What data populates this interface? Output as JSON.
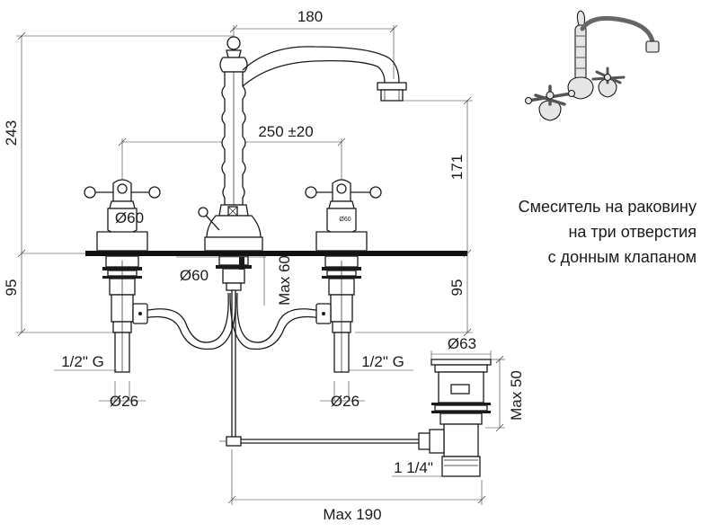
{
  "caption": {
    "line1": "Смеситель на раковину",
    "line2": "на три отверстия",
    "line3": "с донным клапаном"
  },
  "dimensions": {
    "spout_reach": "180",
    "total_height": "243",
    "hole_spacing": "250 ±20",
    "spout_height": "171",
    "handle_diameter": "Ø60",
    "base_diameter": "Ø60",
    "small_label": "Ø60",
    "max_mount": "Max 60",
    "below_left": "95",
    "below_right": "95",
    "thread_left": "1/2\" G",
    "thread_right": "1/2\" G",
    "pipe_left": "Ø26",
    "pipe_right": "Ø26",
    "drain_top": "Ø63",
    "drain_height": "Max 50",
    "drain_thread": "1 1/4\"",
    "rod_reach": "Max 190"
  }
}
